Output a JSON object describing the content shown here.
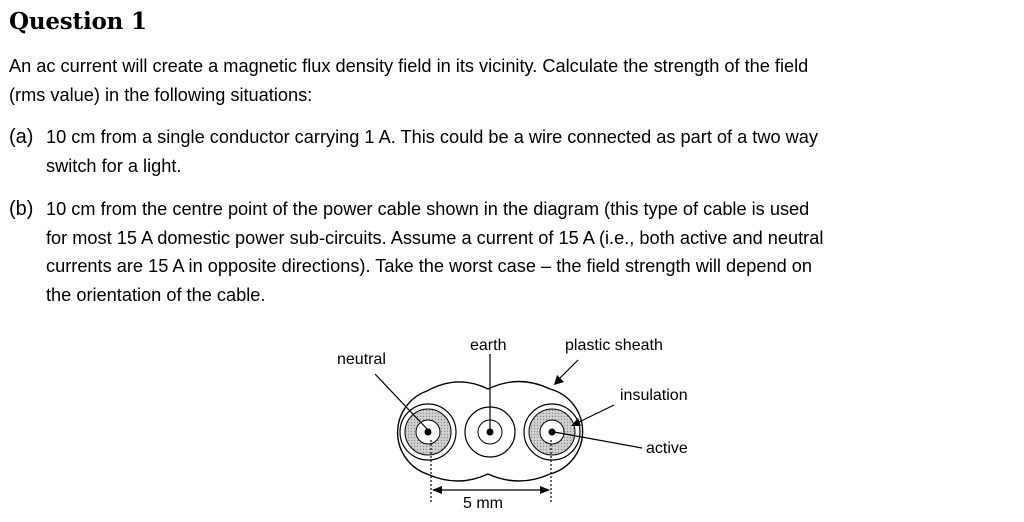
{
  "question": {
    "title": "Question 1",
    "intro_line1": "An ac current will create a magnetic flux density field in its vicinity. Calculate the strength of the field",
    "intro_line2": "(rms value) in the following situations:",
    "parts": [
      {
        "marker": "(a)",
        "line1": "10 cm from a single conductor carrying 1 A. This could be a wire connected as part of a two way",
        "line2": "switch for a light."
      },
      {
        "marker": "(b)",
        "line1": "10 cm from the centre point of the power cable shown in the diagram (this type of cable is used",
        "line2": "for most 15 A domestic power sub-circuits. Assume a current of 15 A (i.e., both active and neutral",
        "line3": "currents are 15 A in opposite directions). Take the worst case – the field strength will depend on",
        "line4": "the orientation of the cable."
      }
    ]
  },
  "diagram": {
    "labels": {
      "neutral": "neutral",
      "earth": "earth",
      "plastic_sheath": "plastic sheath",
      "insulation": "insulation",
      "active": "active",
      "dimension": "5 mm"
    },
    "colors": {
      "insulation_fill": "#c8c8c8",
      "line": "#000000"
    }
  }
}
